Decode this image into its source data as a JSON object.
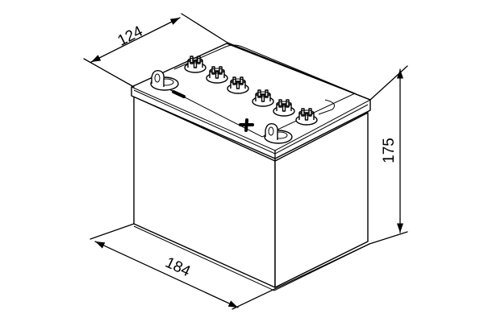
{
  "diagram": {
    "subject": "battery-dimension-drawing",
    "style": "isometric line drawing",
    "colors": {
      "line": "#000000",
      "background": "#ffffff"
    },
    "dimensions": {
      "depth": {
        "label": "124"
      },
      "height": {
        "label": "175"
      },
      "length": {
        "label": "184"
      }
    },
    "terminals": {
      "negative": {
        "symbol": "−"
      },
      "positive": {
        "symbol": "+"
      }
    },
    "cell_caps": {
      "count": 6
    }
  }
}
